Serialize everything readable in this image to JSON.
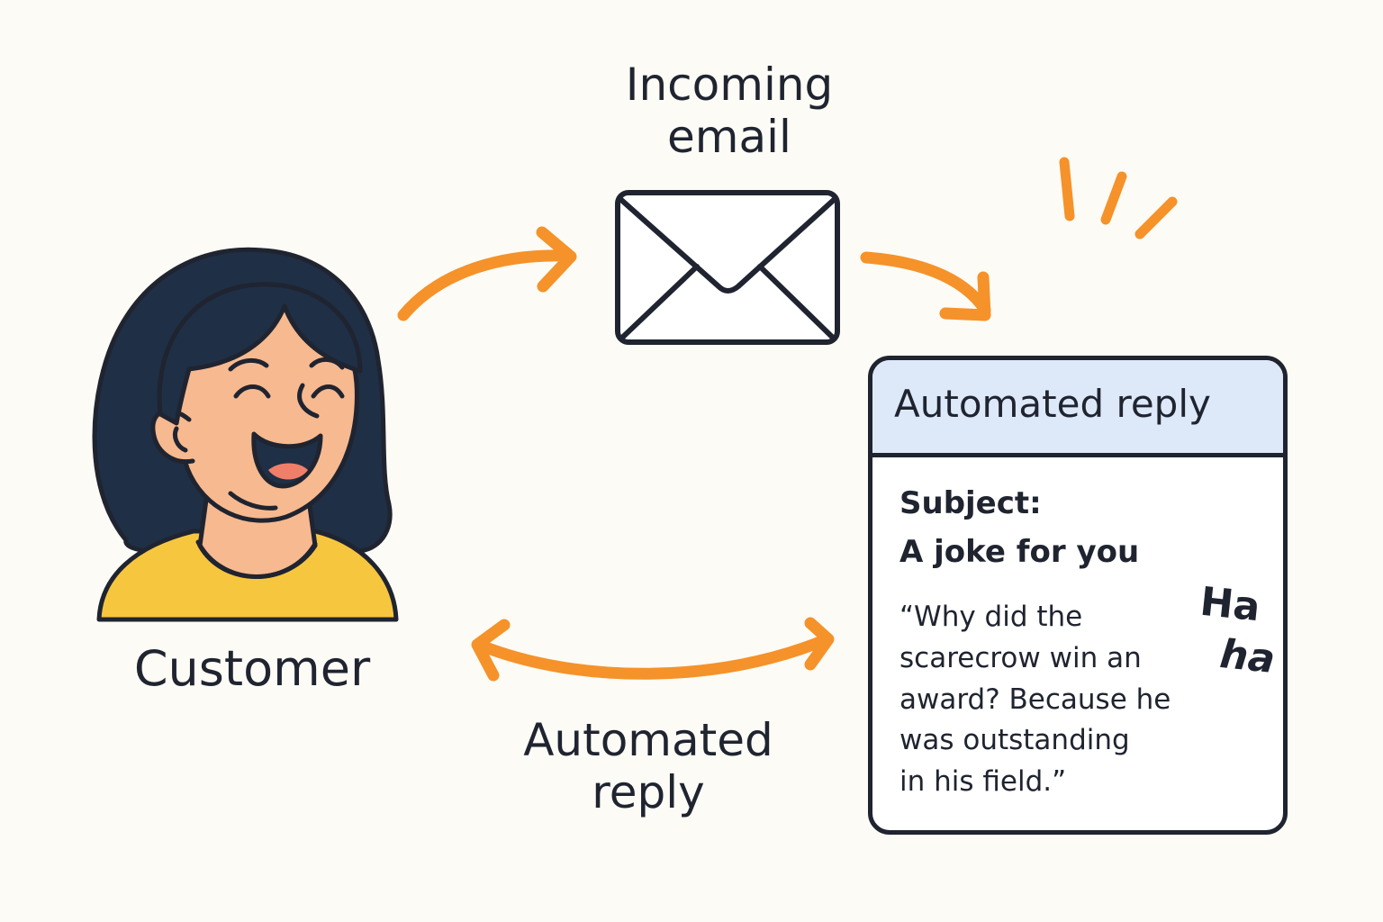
{
  "labels": {
    "incoming_email": [
      "Incoming",
      "email"
    ],
    "customer": "Customer",
    "automated_reply": [
      "Automated",
      "reply"
    ]
  },
  "reply_card": {
    "header": "Automated reply",
    "subject_lines": [
      "Subject:",
      "A joke for you"
    ],
    "joke_lines": [
      "“Why did the",
      "scarecrow win an",
      "award? Because he",
      "was outstanding",
      "in his field.”"
    ],
    "laugh": [
      "Ha",
      "ha"
    ]
  },
  "colors": {
    "arrow": "#f5922a",
    "outline": "#1f2430",
    "hair": "#1f2f45",
    "skin": "#f7b98f",
    "shirt": "#f7c63f",
    "header_fill": "#dde9f8",
    "background": "#fcfbf5"
  },
  "icons": {
    "email": "envelope-icon",
    "customer": "laughing-woman-avatar"
  }
}
